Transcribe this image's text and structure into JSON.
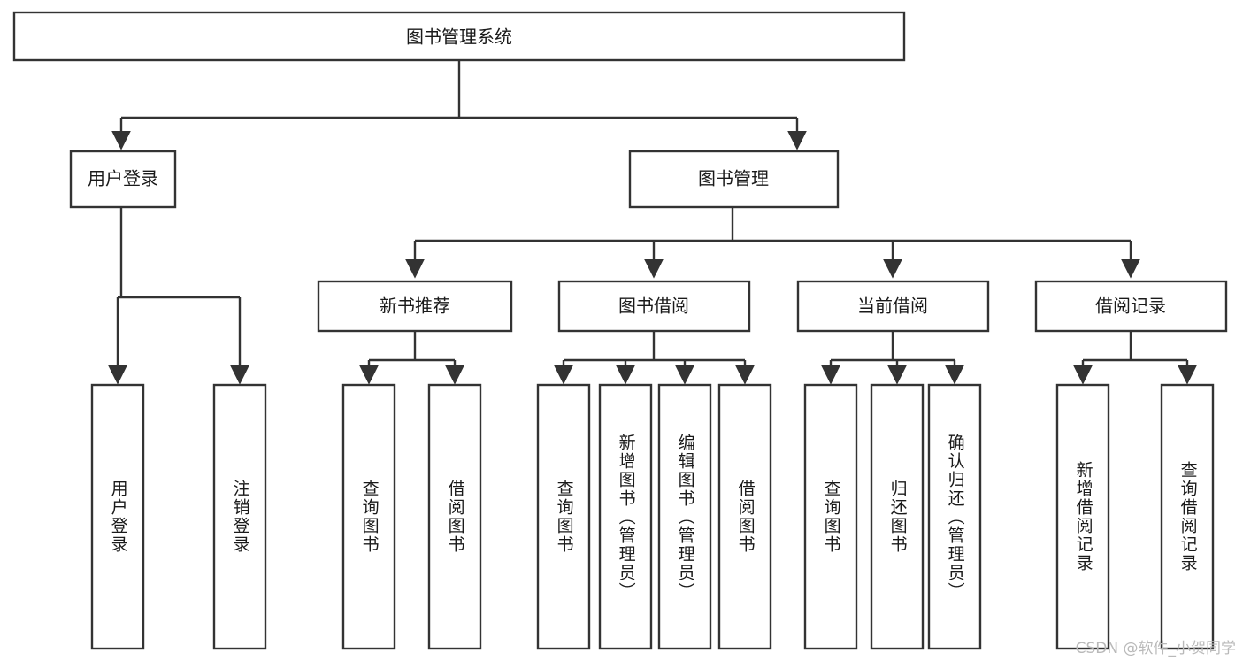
{
  "diagram": {
    "title": "图书管理系统",
    "type": "tree",
    "orientation": "top-down",
    "colors": {
      "box_fill": "#ffffff",
      "box_stroke": "#333333",
      "text": "#1a1a1a",
      "background": "#ffffff",
      "watermark": "#b9b9b9"
    },
    "root": {
      "label": "图书管理系统",
      "level": 1
    },
    "level2": [
      {
        "label": "用户登录",
        "level": 2
      },
      {
        "label": "图书管理",
        "level": 2
      }
    ],
    "level3": [
      {
        "label": "新书推荐",
        "level": 3,
        "parent": "图书管理"
      },
      {
        "label": "图书借阅",
        "level": 3,
        "parent": "图书管理"
      },
      {
        "label": "当前借阅",
        "level": 3,
        "parent": "图书管理"
      },
      {
        "label": "借阅记录",
        "level": 3,
        "parent": "图书管理"
      }
    ],
    "leaves": [
      {
        "label": "用户登录",
        "parent": "用户登录"
      },
      {
        "label": "注销登录",
        "parent": "用户登录"
      },
      {
        "label": "查询图书",
        "parent": "新书推荐"
      },
      {
        "label": "借阅图书",
        "parent": "新书推荐"
      },
      {
        "label": "查询图书",
        "parent": "图书借阅"
      },
      {
        "label": "新增图书（管理员）",
        "parent": "图书借阅"
      },
      {
        "label": "编辑图书（管理员）",
        "parent": "图书借阅"
      },
      {
        "label": "借阅图书",
        "parent": "图书借阅"
      },
      {
        "label": "查询图书",
        "parent": "当前借阅"
      },
      {
        "label": "归还图书",
        "parent": "当前借阅"
      },
      {
        "label": "确认归还（管理员）",
        "parent": "当前借阅"
      },
      {
        "label": "新增借阅记录",
        "parent": "借阅记录"
      },
      {
        "label": "查询借阅记录",
        "parent": "借阅记录"
      }
    ]
  },
  "watermark": {
    "text": "CSDN @软件_小贺同学"
  }
}
